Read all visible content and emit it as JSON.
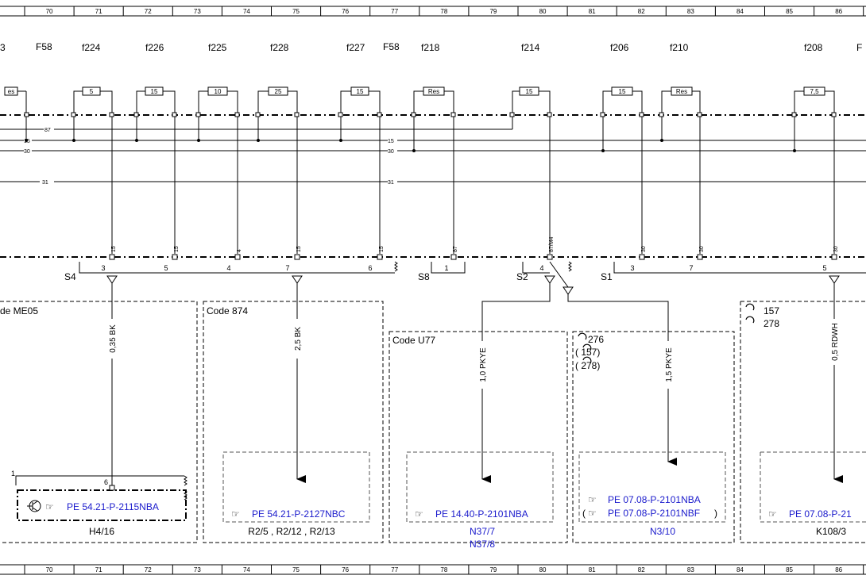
{
  "ruler": {
    "numbers": [
      "70",
      "71",
      "72",
      "73",
      "74",
      "75",
      "76",
      "77",
      "78",
      "79",
      "80",
      "81",
      "82",
      "83",
      "84",
      "85",
      "86"
    ]
  },
  "fuses": {
    "labels": [
      {
        "id": "F58_a",
        "text": "F58"
      },
      {
        "id": "f224",
        "text": "f224"
      },
      {
        "id": "f226",
        "text": "f226"
      },
      {
        "id": "f225",
        "text": "f225"
      },
      {
        "id": "f228",
        "text": "f228"
      },
      {
        "id": "f227",
        "text": "f227"
      },
      {
        "id": "F58_b",
        "text": "F58"
      },
      {
        "id": "f218",
        "text": "f218"
      },
      {
        "id": "f214",
        "text": "f214"
      },
      {
        "id": "f206",
        "text": "f206"
      },
      {
        "id": "f210",
        "text": "f210"
      },
      {
        "id": "f208",
        "text": "f208"
      }
    ],
    "ratings": [
      "es",
      "5",
      "15",
      "10",
      "25",
      "15",
      "Res",
      "15",
      "15",
      "Res",
      "7,5"
    ]
  },
  "bus_lines": [
    "87",
    "15",
    "30",
    "31",
    "15",
    "30",
    "31"
  ],
  "connectors": {
    "top_pins": [
      "15",
      "15",
      "4",
      "15",
      "15",
      "87",
      "87/M4",
      "30",
      "30",
      "30"
    ],
    "groups": [
      "S4",
      "S8",
      "S2",
      "S1"
    ],
    "pins": [
      "3",
      "5",
      "4",
      "7",
      "6",
      "1",
      "4",
      "3",
      "7",
      "5"
    ]
  },
  "wires": [
    "0,35 BK",
    "2,5 BK",
    "1,0 PKYE",
    "1,5 PKYE",
    "0,5 RDWH"
  ],
  "boxes": {
    "codes": [
      "de ME05",
      "Code 874",
      "Code U77"
    ],
    "options_u77_right": [
      "276",
      "(   157)",
      "(   278)"
    ],
    "options_right": [
      "157",
      "278"
    ]
  },
  "references": [
    {
      "id": "pe1",
      "text": "PE 54.21-P-2115NBA"
    },
    {
      "id": "pe2",
      "text": "PE 54.21-P-2127NBC"
    },
    {
      "id": "pe3",
      "text": "PE 14.40-P-2101NBA"
    },
    {
      "id": "pe4",
      "text": "PE 07.08-P-2101NBA"
    },
    {
      "id": "pe5",
      "text": "PE 07.08-P-2101NBF"
    },
    {
      "id": "pe6",
      "text": "PE 07.08-P-21"
    }
  ],
  "components": {
    "h4": "H4/16",
    "r2": "R2/5  ,  R2/12  ,  R2/13",
    "n37_7": "N37/7",
    "n37_8": "N37/8",
    "n3": "N3/10",
    "k108": "K108/3",
    "pin_one": "1",
    "pin_six": "6"
  },
  "colors": {
    "line": "#000000",
    "link": "#1a1acc",
    "dash": "#555555"
  }
}
